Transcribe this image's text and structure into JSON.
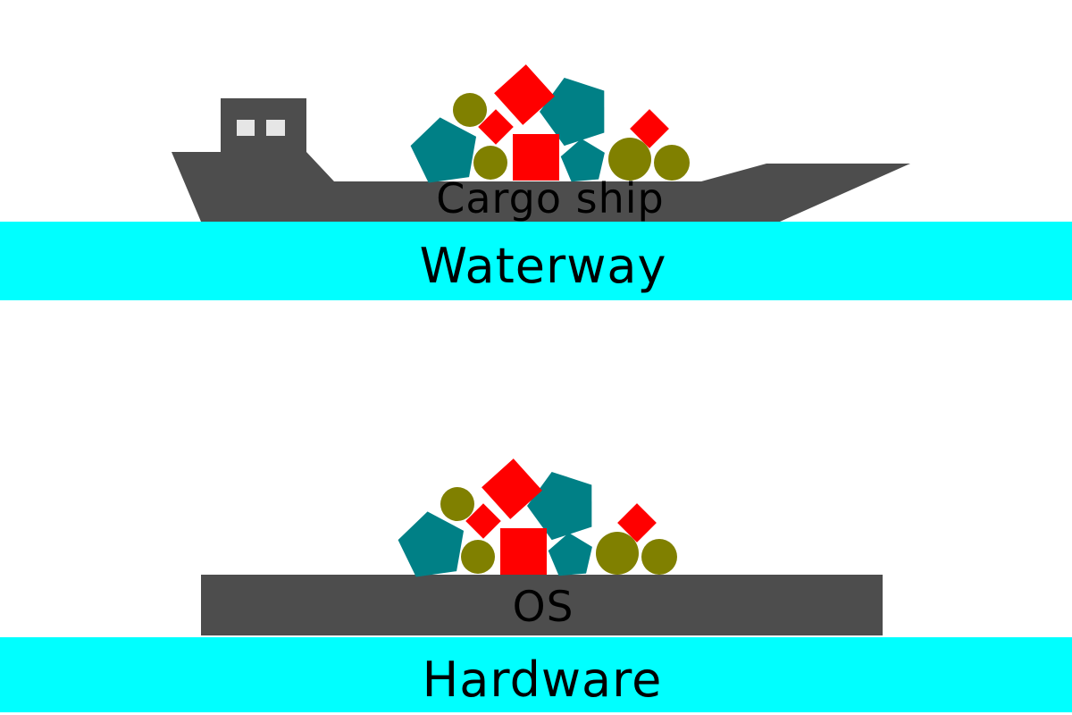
{
  "diagram": {
    "top_panel": {
      "vehicle_label": "Cargo ship",
      "band_label": "Waterway"
    },
    "bottom_panel": {
      "platform_label": "OS",
      "band_label": "Hardware"
    },
    "cargo_pile": {
      "red_squares": 4,
      "teal_pentagons": 3,
      "olive_circles": 4
    }
  },
  "colors": {
    "hull_gray": "#4d4d4d",
    "water_cyan": "#00ffff",
    "cargo_red": "#ff0000",
    "cargo_teal": "#008086",
    "cargo_olive": "#808000",
    "window_white": "#e6e6e6",
    "text_black": "#000000",
    "background": "#ffffff"
  }
}
